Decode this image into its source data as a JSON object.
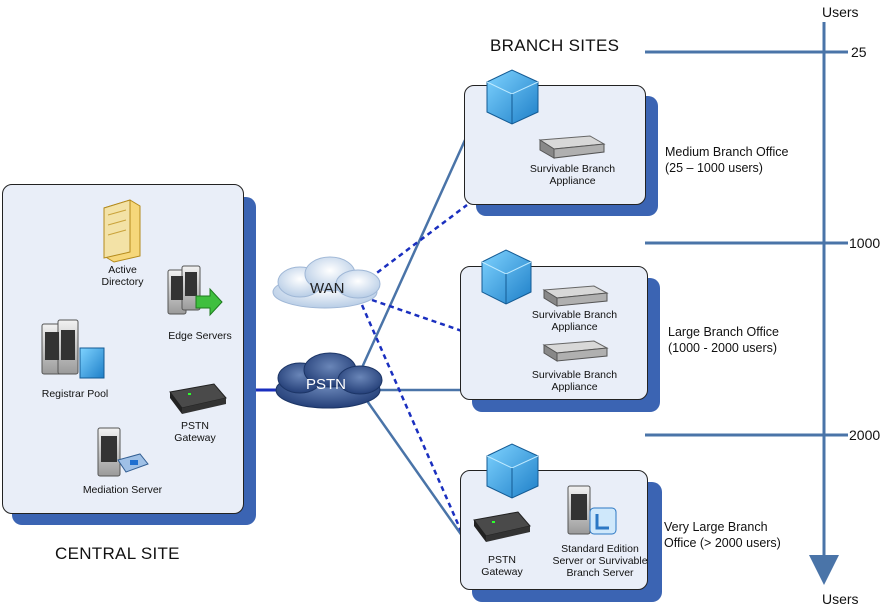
{
  "titles": {
    "branch_sites": "BRANCH SITES",
    "central_site": "CENTRAL SITE"
  },
  "scale": {
    "top_label": "Users",
    "bottom_label": "Users",
    "marks": [
      "25",
      "1000",
      "2000"
    ]
  },
  "central": {
    "active_directory": "Active\nDirectory",
    "edge_servers": "Edge Servers",
    "registrar_pool": "Registrar Pool",
    "pstn_gateway": "PSTN\nGateway",
    "mediation_server": "Mediation Server"
  },
  "clouds": {
    "wan": "WAN",
    "pstn": "PSTN"
  },
  "branches": {
    "medium": {
      "appliance": "Survivable Branch\nAppliance",
      "description": "Medium Branch Office\n(25 – 1000 users)"
    },
    "large": {
      "appliance_1": "Survivable Branch\nAppliance",
      "appliance_2": "Survivable Branch\nAppliance",
      "description": "Large Branch Office\n(1000 - 2000 users)"
    },
    "very_large": {
      "gateway": "PSTN\nGateway",
      "server": "Standard Edition\nServer or Survivable\nBranch Server",
      "description": "Very Large Branch\nOffice (> 2000 users)"
    }
  },
  "colors": {
    "panel_fill": "#e9eef8",
    "panel_shadow": "#3b64b3",
    "link": "#4a74a8",
    "wan_link": "#1a2fbf",
    "scale": "#4a74a8"
  }
}
